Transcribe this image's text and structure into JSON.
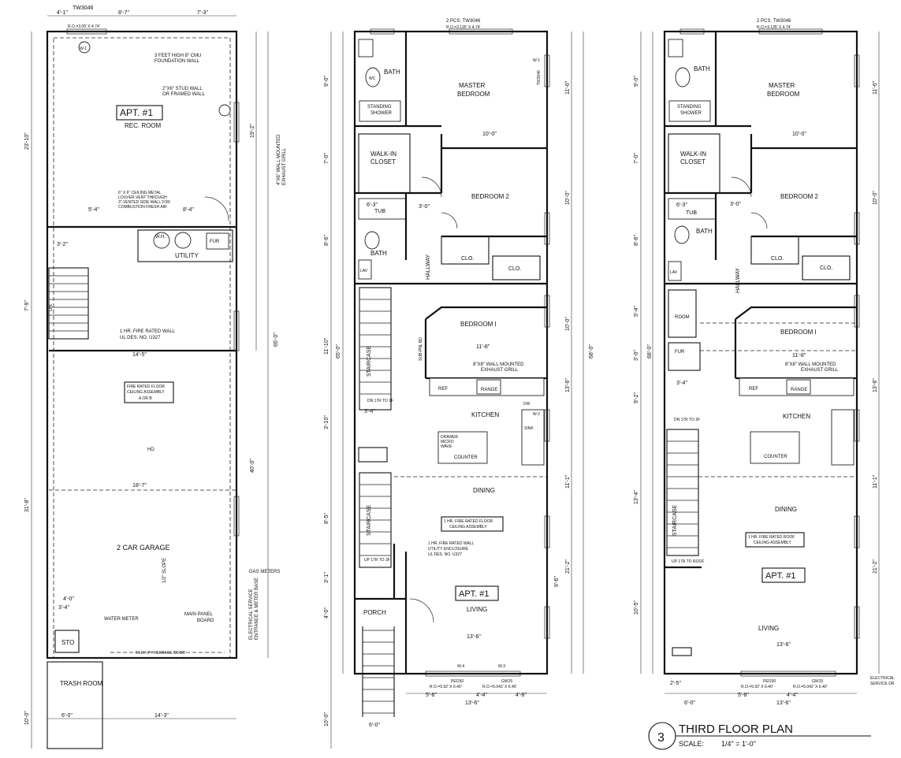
{
  "plan1": {
    "rooms": {
      "apt_tag": "APT. #1",
      "rec_room": "REC. ROOM",
      "utility": "UTILITY",
      "garage": "2 CAR GARAGE",
      "sto": "STO",
      "trash": "TRASH ROOM",
      "wh": "W.H.",
      "fur": "FUR",
      "down": "DN"
    },
    "notes": {
      "wall1": "3 FEET HIGH 8\" CMU",
      "wall2": "FOUNDATION WALL",
      "stud1": "2\"X6\" STUD WALL",
      "stud2": "OR FRAMED WALL",
      "louver1": "6\" X 6\" CEILING METAL",
      "louver2": "LOUVER VENT THROUGH",
      "louver3": "3\" VENTED SIDE WALL FOR",
      "louver4": "COMBUSTION FRESH AIR",
      "fire_wall1": "1 HR. FIRE RATED WALL",
      "fire_wall2": "UL DES. NO. U327",
      "floor_assy1": "FIRE RATED FLOOR",
      "floor_assy2": "CEILING ASSEMBLY",
      "floor_assy3": "A OR B",
      "exhaust_a": "4\"X6\" WALL MOUNTED",
      "exhaust_b": "EXHAUST GRILL",
      "gas": "GAS METERS",
      "water": "WATER METER",
      "panel1": "MAIN PANEL",
      "panel2": "BOARD",
      "elec1": "ELECTRICAL SERVICE",
      "elec2": "ENTRANCE & METER BASE",
      "hd": "HD",
      "slope": "1/2\" SLOPE",
      "garage_door": "6'x16'-0\" H GARAGE DOOR"
    },
    "dims": {
      "top_a": "4'-1\"",
      "top_b": "8'-7\"",
      "top_c": "7'-3\"",
      "left_a": "23'-10\"",
      "left_b": "7'-9\"",
      "left_c": "31'-8\"",
      "left_d": "10'-0\"",
      "right_a": "19'-2\"",
      "right_b": "65'-0\"",
      "right_c": "40'-0\"",
      "mid_a": "5'-4\"",
      "mid_b": "8'-4\"",
      "mid_c": "14'-5\"",
      "mid_d": "18'-7\"",
      "mid_e": "4'-0\"",
      "mid_f": "3'-4\"",
      "mid_g": "14'-3\"",
      "mid_h": "6'-0\"",
      "mid_i": "3'-2\""
    },
    "windows": {
      "w1": "W-1",
      "tag1": "TW3046",
      "ro1": "R.O.=3.09' X 4.74'"
    }
  },
  "plan2": {
    "rooms": {
      "master": "MASTER",
      "bedroom": "BEDROOM",
      "bath": "BATH",
      "shower1": "STANDING",
      "shower2": "SHOWER",
      "walkin1": "WALK-IN",
      "walkin2": "CLOSET",
      "bed2": "BEDROOM 2",
      "tub": "TUB",
      "bath2": "BATH",
      "lav": "LAV",
      "wc": "WC",
      "clo": "CLO.",
      "hallway": "HALLWAY",
      "bed1": "BEDROOM I",
      "staircase": "STAIRCASE",
      "kitchen": "KITCHEN",
      "ref": "REF",
      "range": "RANGE",
      "dw": "DW",
      "sink": "SINK",
      "counter": "COUNTER",
      "micro1": "DRAWER",
      "micro2": "MICRO",
      "micro3": "WAVE",
      "dining": "DINING",
      "living": "LIVING",
      "porch": "PORCH",
      "apt_tag": "APT. #1",
      "up": "UP 17R TO 3F",
      "dn": "DN 17R TO 1F"
    },
    "notes": {
      "exhaust1": "8\"X8\" WALL MOUNTED",
      "exhaust2": "EXHAUST GRILL",
      "floor1": "1 HR. FIRE RATED FLOOR",
      "floor2": "CEILING ASSEMBLY",
      "wall1": "1 HR. FIRE RATED WALL",
      "wall2": "UTILITY ENCLOSURE",
      "wall3": "UL DES. NO. U327",
      "sub_pnl": "SUB-PNL BD"
    },
    "windows": {
      "top_tag": "2 PCS. TW3046",
      "top_ro": "R.O.=3.135' X 4.74'",
      "side_tag": "TW3046",
      "bottom_tag": "PEO30",
      "bottom_tag2": "GW15",
      "bottom_ro": "R.O.=5.92' X 6.40'",
      "bottom_ro2": "R.O.=5.042' X 6.40'",
      "w1": "W-1",
      "w2": "W-2",
      "w3": "W-3",
      "w4": "W-4"
    },
    "dims": {
      "left_a": "9'-0\"",
      "left_b": "7'-0\"",
      "left_c": "8'-6\"",
      "left_d": "11'-10\"",
      "left_e": "65'-0\"",
      "left_f": "3'-10\"",
      "left_g": "8'-5\"",
      "left_h": "3'-1\"",
      "left_i": "4'-0\"",
      "left_j": "10'-0\"",
      "right_a": "11'-6\"",
      "right_b": "10'-0\"",
      "right_c": "68'-0\"",
      "right_d": "10'-0\"",
      "right_e": "13'-6\"",
      "right_f": "11'-1\"",
      "right_g": "21'-2\"",
      "right_h": "9'-6\"",
      "mid_a": "10'-0\"",
      "mid_b": "11'-8\"",
      "mid_c": "13'-6\"",
      "mid_d": "13'-6\"",
      "mid_e": "4'-4\"",
      "mid_f": "5'-8\"",
      "mid_g": "4'-8\"",
      "mid_h": "6'-0\"",
      "mid_i": "3'-4\"",
      "mid_j": "3'-0\"",
      "mid_k": "6'-3\""
    }
  },
  "plan3": {
    "rooms": {
      "master": "MASTER",
      "bedroom": "BEDROOM",
      "bath": "BATH",
      "shower1": "STANDING",
      "shower2": "SHOWER",
      "walkin1": "WALK-IN",
      "walkin2": "CLOSET",
      "bed2": "BEDROOM 2",
      "tub": "TUB",
      "bath2": "BATH",
      "lav": "LAV",
      "clo": "CLO.",
      "hallway": "HALLWAY",
      "bed1": "BEDROOM I",
      "kitchen": "KITCHEN",
      "ref": "REF",
      "range": "RANGE",
      "counter": "COUNTER",
      "dining": "DINING",
      "living": "LIVING",
      "staircase": "STAIRCASE",
      "apt_tag": "APT. #1",
      "fur": "FUR",
      "room": "ROOM",
      "dn": "DN 17R TO 2F",
      "up": "UP 17R TO ROOF"
    },
    "notes": {
      "exhaust1": "8\"X8\" WALL MOUNTED",
      "exhaust2": "EXHAUST GRILL",
      "roof1": "1 HR. FIRE RATED ROOF",
      "roof2": "CEILING ASSEMBLY",
      "elec1": "ELECTRICAL",
      "elec2": "SERVICE DR"
    },
    "windows": {
      "top_tag": "2 PCS. TW3046",
      "top_ro": "R.O.=3.135' X 4.74'",
      "bottom_tag": "PEO30",
      "bottom_tag2": "GW15",
      "bottom_ro": "R.O.=5.92' X 6.40'",
      "bottom_ro2": "R.O.=5.042' X 6.40'"
    },
    "dims": {
      "left_a": "9'-0\"",
      "left_b": "7'-0\"",
      "left_c": "8'-6\"",
      "left_d": "5'-4\"",
      "left_e": "3'-0\"",
      "left_f": "9'-2\"",
      "left_g": "13'-4\"",
      "left_h": "10'-5\"",
      "right_a": "11'-6\"",
      "right_b": "10'-0\"",
      "right_c": "68'-0\"",
      "right_d": "13'-6\"",
      "right_e": "11'-1\"",
      "right_f": "21'-2\"",
      "mid_a": "10'-0\"",
      "mid_b": "11'-8\"",
      "mid_c": "13'-6\"",
      "mid_d": "13'-6\"",
      "mid_e": "4'-4\"",
      "mid_f": "5'-8\"",
      "mid_g": "6'-0\"",
      "mid_h": "2'-5\"",
      "mid_i": "3'-4\"",
      "mid_j": "3'-0\"",
      "mid_k": "6'-3\""
    }
  },
  "title_block": {
    "number": "3",
    "title": "THIRD FLOOR PLAN",
    "scale_label": "SCALE:",
    "scale_value": "1/4\" = 1'-0\""
  }
}
